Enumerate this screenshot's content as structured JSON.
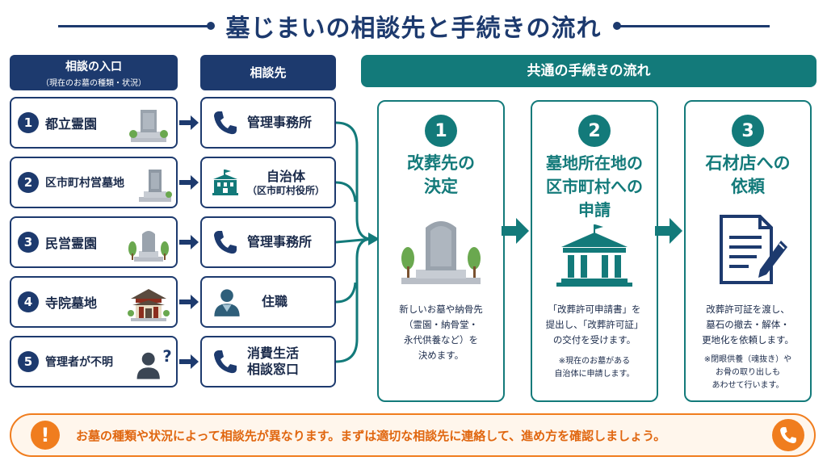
{
  "title": "墓じまいの相談先と手続きの流れ",
  "headers": {
    "entry_line1": "相談の入口",
    "entry_line2": "（現在のお墓の種類・状況）",
    "contact": "相談先",
    "flow": "共通の手続きの流れ"
  },
  "entries": [
    {
      "num": "1",
      "label": "都立霊園",
      "icon": "gravestone-icon"
    },
    {
      "num": "2",
      "label": "区市町村営墓地",
      "icon": "gravestone-icon"
    },
    {
      "num": "3",
      "label": "民営霊園",
      "icon": "gravestone-with-trees-icon"
    },
    {
      "num": "4",
      "label": "寺院墓地",
      "icon": "temple-icon"
    },
    {
      "num": "5",
      "label": "管理者が不明",
      "icon": "unknown-person-icon"
    }
  ],
  "contacts": [
    {
      "label": "管理事務所",
      "sub": "",
      "icon": "phone-icon"
    },
    {
      "label": "自治体",
      "sub": "（区市町村役所）",
      "icon": "city-hall-icon"
    },
    {
      "label": "管理事務所",
      "sub": "",
      "icon": "phone-icon"
    },
    {
      "label": "住職",
      "sub": "",
      "icon": "monk-icon"
    },
    {
      "label": "消費生活",
      "sub": "相談窓口",
      "icon": "phone-icon"
    }
  ],
  "steps": [
    {
      "num": "1",
      "title_lines": [
        "改葬先の",
        "決定"
      ],
      "desc_lines": [
        "新しいお墓や納骨先",
        "（霊園・納骨堂・",
        "永代供養など）を",
        "決めます。"
      ],
      "note_lines": []
    },
    {
      "num": "2",
      "title_lines": [
        "墓地所在地の",
        "区市町村への",
        "申請"
      ],
      "desc_lines": [
        "「改葬許可申請書」を",
        "提出し、「改葬許可証」",
        "の交付を受けます。"
      ],
      "note_lines": [
        "※現在のお墓がある",
        "自治体に申請します。"
      ]
    },
    {
      "num": "3",
      "title_lines": [
        "石材店への",
        "依頼"
      ],
      "desc_lines": [
        "改葬許可証を渡し、",
        "墓石の撤去・解体・",
        "更地化を依頼します。"
      ],
      "note_lines": [
        "※閉眼供養（魂抜き）や",
        "お骨の取り出しも",
        "あわせて行います。"
      ]
    }
  ],
  "notice": {
    "alert_symbol": "!",
    "text": "お墓の種類や状況によって相談先が異なります。まずは適切な相談先に連絡して、進め方を確認しましょう。"
  },
  "colors": {
    "navy": "#1d3a6e",
    "teal": "#137a7a",
    "orange": "#f07d1e"
  }
}
